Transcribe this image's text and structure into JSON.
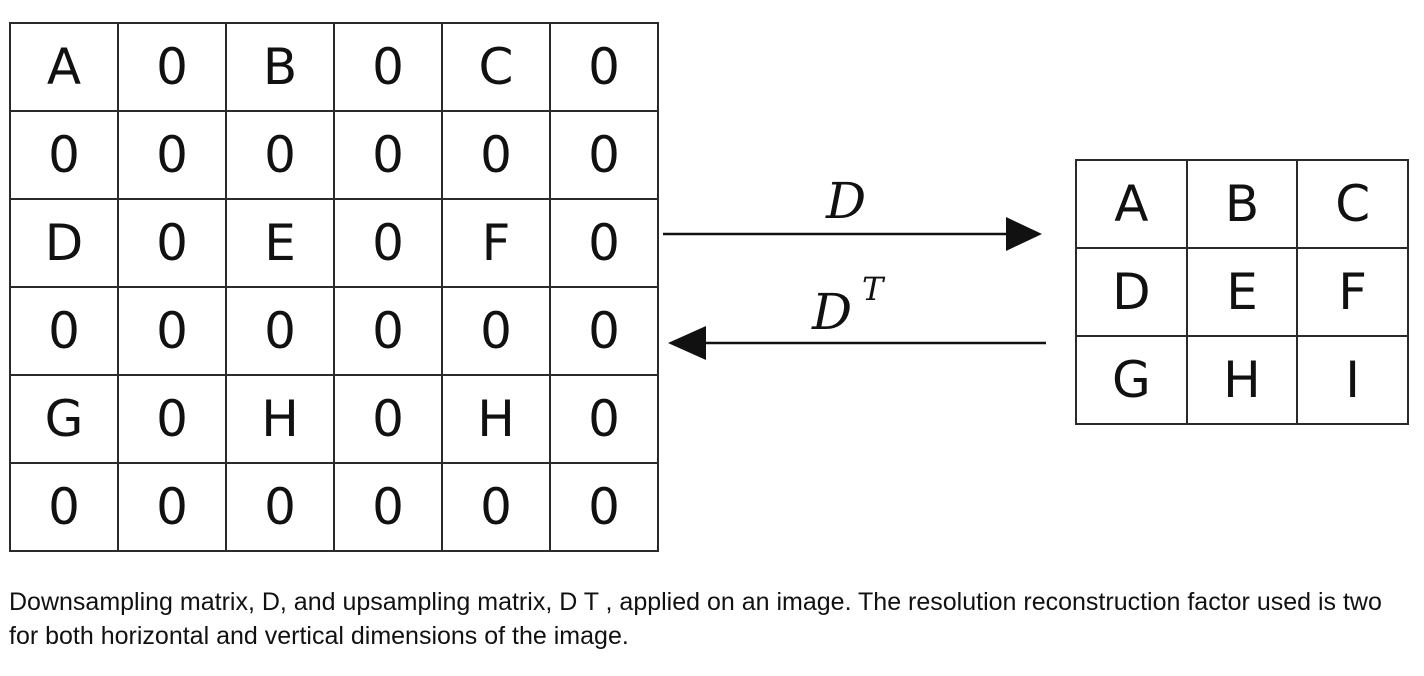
{
  "diagram": {
    "large_matrix": {
      "rows": [
        [
          "A",
          "0",
          "B",
          "0",
          "C",
          "0"
        ],
        [
          "0",
          "0",
          "0",
          "0",
          "0",
          "0"
        ],
        [
          "D",
          "0",
          "E",
          "0",
          "F",
          "0"
        ],
        [
          "0",
          "0",
          "0",
          "0",
          "0",
          "0"
        ],
        [
          "G",
          "0",
          "H",
          "0",
          "H",
          "0"
        ],
        [
          "0",
          "0",
          "0",
          "0",
          "0",
          "0"
        ]
      ]
    },
    "small_matrix": {
      "rows": [
        [
          "A",
          "B",
          "C"
        ],
        [
          "D",
          "E",
          "F"
        ],
        [
          "G",
          "H",
          "I"
        ]
      ]
    },
    "forward_arrow": {
      "label": "D"
    },
    "backward_arrow": {
      "label": "D",
      "superscript": "T"
    },
    "line_color": "#111111",
    "border_color": "#2a2a2a"
  },
  "caption": "Downsampling matrix, D, and upsampling matrix, D T , applied on an image. The resolution reconstruction factor used is two for both horizontal and vertical dimensions of the image."
}
